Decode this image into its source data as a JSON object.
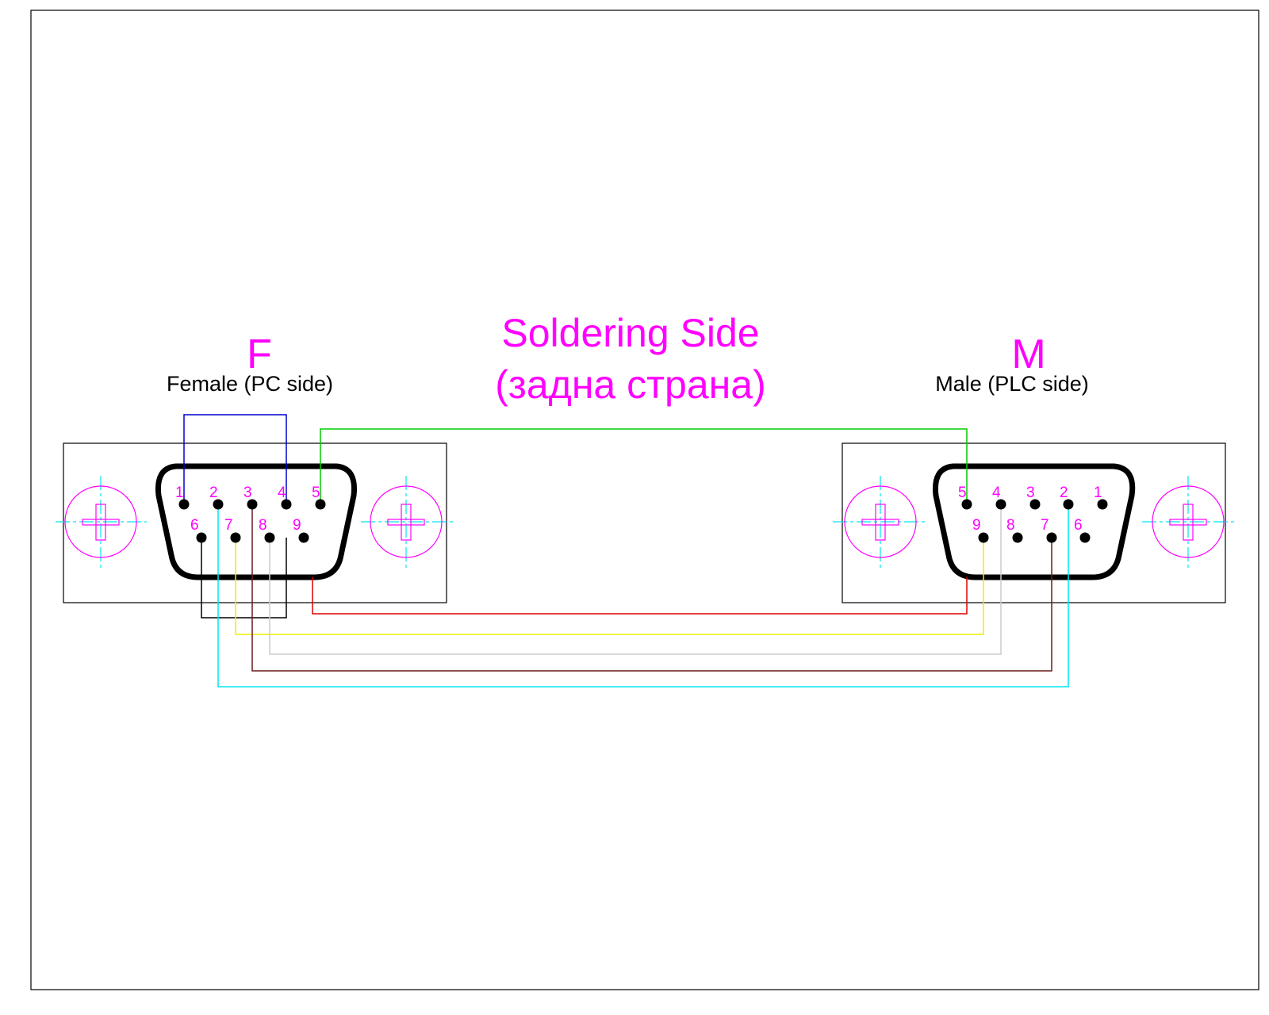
{
  "title": {
    "line1": "Soldering Side",
    "line2": "(задна страна)"
  },
  "female": {
    "letter": "F",
    "label": "Female (PC side)",
    "pins_top": [
      "1",
      "2",
      "3",
      "4",
      "5"
    ],
    "pins_bottom": [
      "6",
      "7",
      "8",
      "9"
    ]
  },
  "male": {
    "letter": "M",
    "label": "Male (PLC side)",
    "pins_top": [
      "5",
      "4",
      "3",
      "2",
      "1"
    ],
    "pins_bottom": [
      "9",
      "8",
      "7",
      "6"
    ]
  },
  "colors": {
    "title": "#ff00ff",
    "wire_blue": "#0000cc",
    "wire_black": "#000000",
    "wire_green": "#00cc00",
    "wire_red": "#dd0000",
    "wire_yellow": "#eeee00",
    "wire_gray": "#cccccc",
    "wire_brown": "#6b1a1a",
    "wire_cyan": "#00e5ee"
  },
  "connections": [
    {
      "from": "F1",
      "to": "F4",
      "color": "blue"
    },
    {
      "from": "F6",
      "to": "F9",
      "color": "black"
    },
    {
      "from": "F5",
      "to": "M5",
      "color": "green"
    },
    {
      "from": "F-shell",
      "to": "M-shell",
      "color": "red"
    },
    {
      "from": "F7",
      "to": "M9",
      "color": "yellow"
    },
    {
      "from": "F8",
      "to": "M4",
      "color": "gray"
    },
    {
      "from": "F3",
      "to": "M7",
      "color": "brown"
    },
    {
      "from": "F2",
      "to": "M2",
      "color": "cyan"
    }
  ]
}
